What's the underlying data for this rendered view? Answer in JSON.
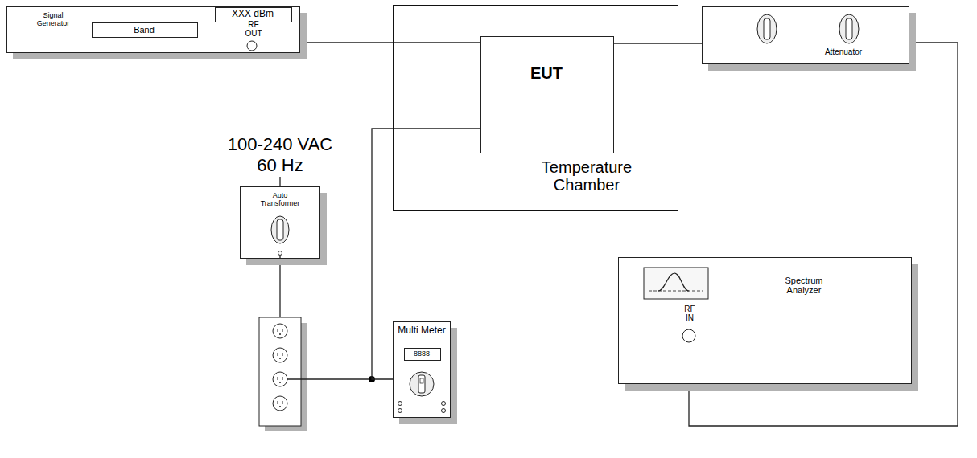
{
  "diagram": {
    "nodes": [
      {
        "text": [
          "Signal Generator",
          "RF OUT"
        ]
      },
      {
        "text": [
          "Band"
        ],
        "in": 0
      },
      {
        "text": [
          "XXX dBm"
        ],
        "in": 0
      },
      {
        "text": [
          "Temperature Chamber"
        ]
      },
      {
        "text": [
          "EUT"
        ],
        "in": 3
      },
      {
        "text": [
          "Attenuator"
        ]
      },
      {
        "text": [
          "Auto Transformer"
        ]
      },
      {
        "text": [
          "Multi Meter"
        ]
      },
      {
        "text": [
          "8888"
        ],
        "in": 7
      },
      {
        "text": [
          "Spectrum Analyzer",
          "RF IN"
        ]
      }
    ],
    "edges": [
      {
        "from": 0,
        "to": 4,
        "arrow": "none"
      },
      {
        "from": 4,
        "to": 5,
        "arrow": "none"
      },
      {
        "from": 5,
        "to": 9,
        "arrow": "none"
      },
      {
        "from": 7,
        "to": 4,
        "arrow": "none"
      }
    ],
    "labels": [
      "100-240 VAC",
      "60 Hz"
    ]
  }
}
